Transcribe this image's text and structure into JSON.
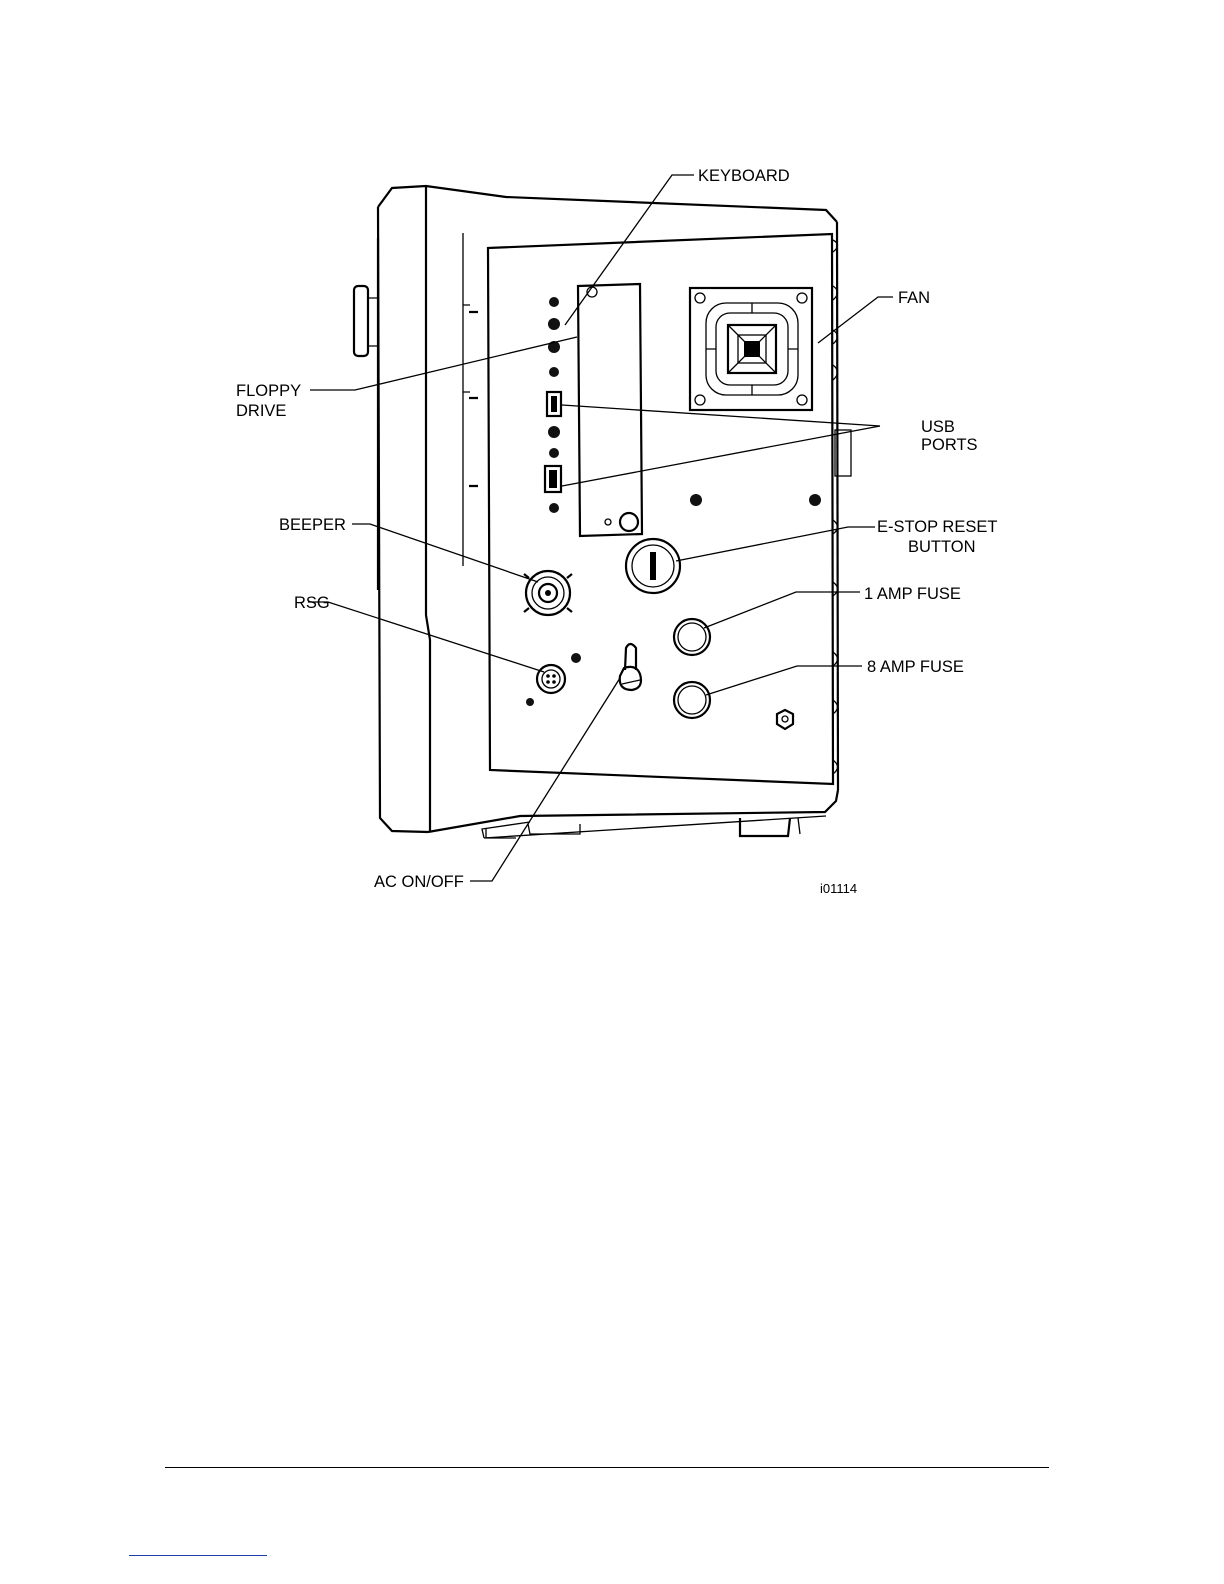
{
  "figure": {
    "callouts": {
      "keyboard": "KEYBOARD",
      "fan": "FAN",
      "floppy_line1": "FLOPPY",
      "floppy_line2": "DRIVE",
      "usb_line1": "USB",
      "usb_line2": "PORTS",
      "beeper": "BEEPER",
      "estop_line1": "E-STOP RESET",
      "estop_line2": "BUTTON",
      "rsg": "RSG",
      "fuse1": "1 AMP FUSE",
      "fuse8": "8 AMP FUSE",
      "ac": "AC ON/OFF"
    },
    "figure_id": "i01114"
  }
}
